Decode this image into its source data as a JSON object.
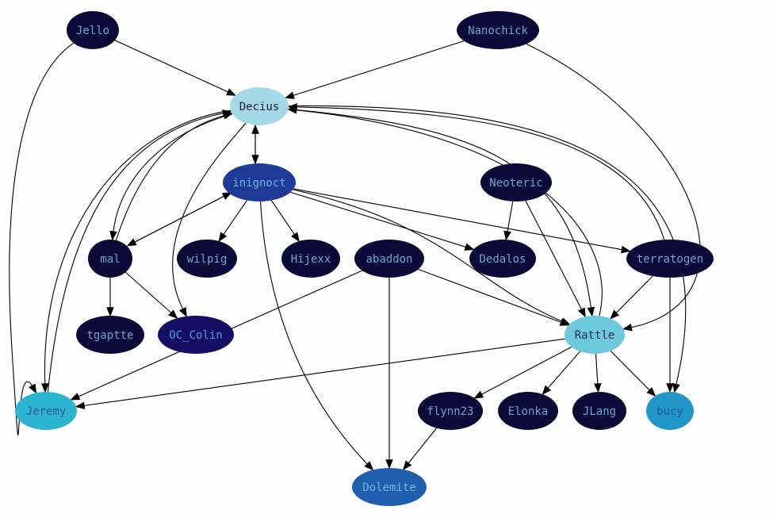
{
  "graph": {
    "nodes": [
      {
        "id": "Jello",
        "label": "Jello",
        "fill": "#0b0a36",
        "text": "#6aa8c8"
      },
      {
        "id": "Nanochick",
        "label": "Nanochick",
        "fill": "#0b0a36",
        "text": "#6aa8c8"
      },
      {
        "id": "Decius",
        "label": "Decius",
        "fill": "#a3d9e6",
        "text": "#1a1a3a"
      },
      {
        "id": "inignoct",
        "label": "inignoct",
        "fill": "#1f3a96",
        "text": "#6ab8e0"
      },
      {
        "id": "Neoteric",
        "label": "Neoteric",
        "fill": "#0b0a36",
        "text": "#6aa8c8"
      },
      {
        "id": "mal",
        "label": "mal",
        "fill": "#0b0a36",
        "text": "#6aa8c8"
      },
      {
        "id": "wilpig",
        "label": "wilpig",
        "fill": "#0b0a36",
        "text": "#6aa8c8"
      },
      {
        "id": "Hijexx",
        "label": "Hijexx",
        "fill": "#0b0a36",
        "text": "#6aa8c8"
      },
      {
        "id": "abaddon",
        "label": "abaddon",
        "fill": "#0b0a36",
        "text": "#6aa8c8"
      },
      {
        "id": "Dedalos",
        "label": "Dedalos",
        "fill": "#0b0a36",
        "text": "#6aa8c8"
      },
      {
        "id": "terratogen",
        "label": "terratogen",
        "fill": "#0b0a36",
        "text": "#6aa8c8"
      },
      {
        "id": "tgaptte",
        "label": "tgaptte",
        "fill": "#0b0a36",
        "text": "#6aa8c8"
      },
      {
        "id": "OC_Colin",
        "label": "OC_Colin",
        "fill": "#140f62",
        "text": "#5a9ae0"
      },
      {
        "id": "Rattle",
        "label": "Rattle",
        "fill": "#6cc9dc",
        "text": "#1a2a4a"
      },
      {
        "id": "Jeremy",
        "label": "Jeremy",
        "fill": "#2db4d0",
        "text": "#2a5a8a"
      },
      {
        "id": "flynn23",
        "label": "flynn23",
        "fill": "#0b0a36",
        "text": "#6aa8c8"
      },
      {
        "id": "Elonka",
        "label": "Elonka",
        "fill": "#0b0a36",
        "text": "#6aa8c8"
      },
      {
        "id": "JLang",
        "label": "JLang",
        "fill": "#0b0a36",
        "text": "#6aa8c8"
      },
      {
        "id": "bucy",
        "label": "bucy",
        "fill": "#2396c8",
        "text": "#1a5aa0"
      },
      {
        "id": "Dolemite",
        "label": "Dolemite",
        "fill": "#1f5fae",
        "text": "#6ab8e0"
      }
    ],
    "edges": [
      {
        "from": "Jello",
        "to": "Decius"
      },
      {
        "from": "Jello",
        "to": "Jeremy"
      },
      {
        "from": "Nanochick",
        "to": "Decius"
      },
      {
        "from": "Nanochick",
        "to": "Rattle"
      },
      {
        "from": "Decius",
        "to": "inignoct"
      },
      {
        "from": "inignoct",
        "to": "Decius"
      },
      {
        "from": "Decius",
        "to": "mal"
      },
      {
        "from": "mal",
        "to": "Decius"
      },
      {
        "from": "Decius",
        "to": "Jeremy"
      },
      {
        "from": "Jeremy",
        "to": "Decius"
      },
      {
        "from": "Decius",
        "to": "OC_Colin"
      },
      {
        "from": "Decius",
        "to": "Rattle"
      },
      {
        "from": "Rattle",
        "to": "Decius"
      },
      {
        "from": "terratogen",
        "to": "Decius"
      },
      {
        "from": "Decius",
        "to": "bucy"
      },
      {
        "from": "inignoct",
        "to": "mal"
      },
      {
        "from": "mal",
        "to": "inignoct"
      },
      {
        "from": "inignoct",
        "to": "wilpig"
      },
      {
        "from": "inignoct",
        "to": "Hijexx"
      },
      {
        "from": "inignoct",
        "to": "Dedalos"
      },
      {
        "from": "inignoct",
        "to": "terratogen"
      },
      {
        "from": "inignoct",
        "to": "Rattle"
      },
      {
        "from": "inignoct",
        "to": "Dolemite"
      },
      {
        "from": "Neoteric",
        "to": "Dedalos"
      },
      {
        "from": "Neoteric",
        "to": "Rattle"
      },
      {
        "from": "mal",
        "to": "tgaptte"
      },
      {
        "from": "mal",
        "to": "OC_Colin"
      },
      {
        "from": "abaddon",
        "to": "Rattle"
      },
      {
        "from": "abaddon",
        "to": "Jeremy"
      },
      {
        "from": "abaddon",
        "to": "Dolemite"
      },
      {
        "from": "terratogen",
        "to": "Rattle"
      },
      {
        "from": "terratogen",
        "to": "bucy"
      },
      {
        "from": "Rattle",
        "to": "Jeremy"
      },
      {
        "from": "Rattle",
        "to": "flynn23"
      },
      {
        "from": "Rattle",
        "to": "Elonka"
      },
      {
        "from": "Rattle",
        "to": "JLang"
      },
      {
        "from": "Rattle",
        "to": "bucy"
      },
      {
        "from": "flynn23",
        "to": "Dolemite"
      }
    ]
  }
}
